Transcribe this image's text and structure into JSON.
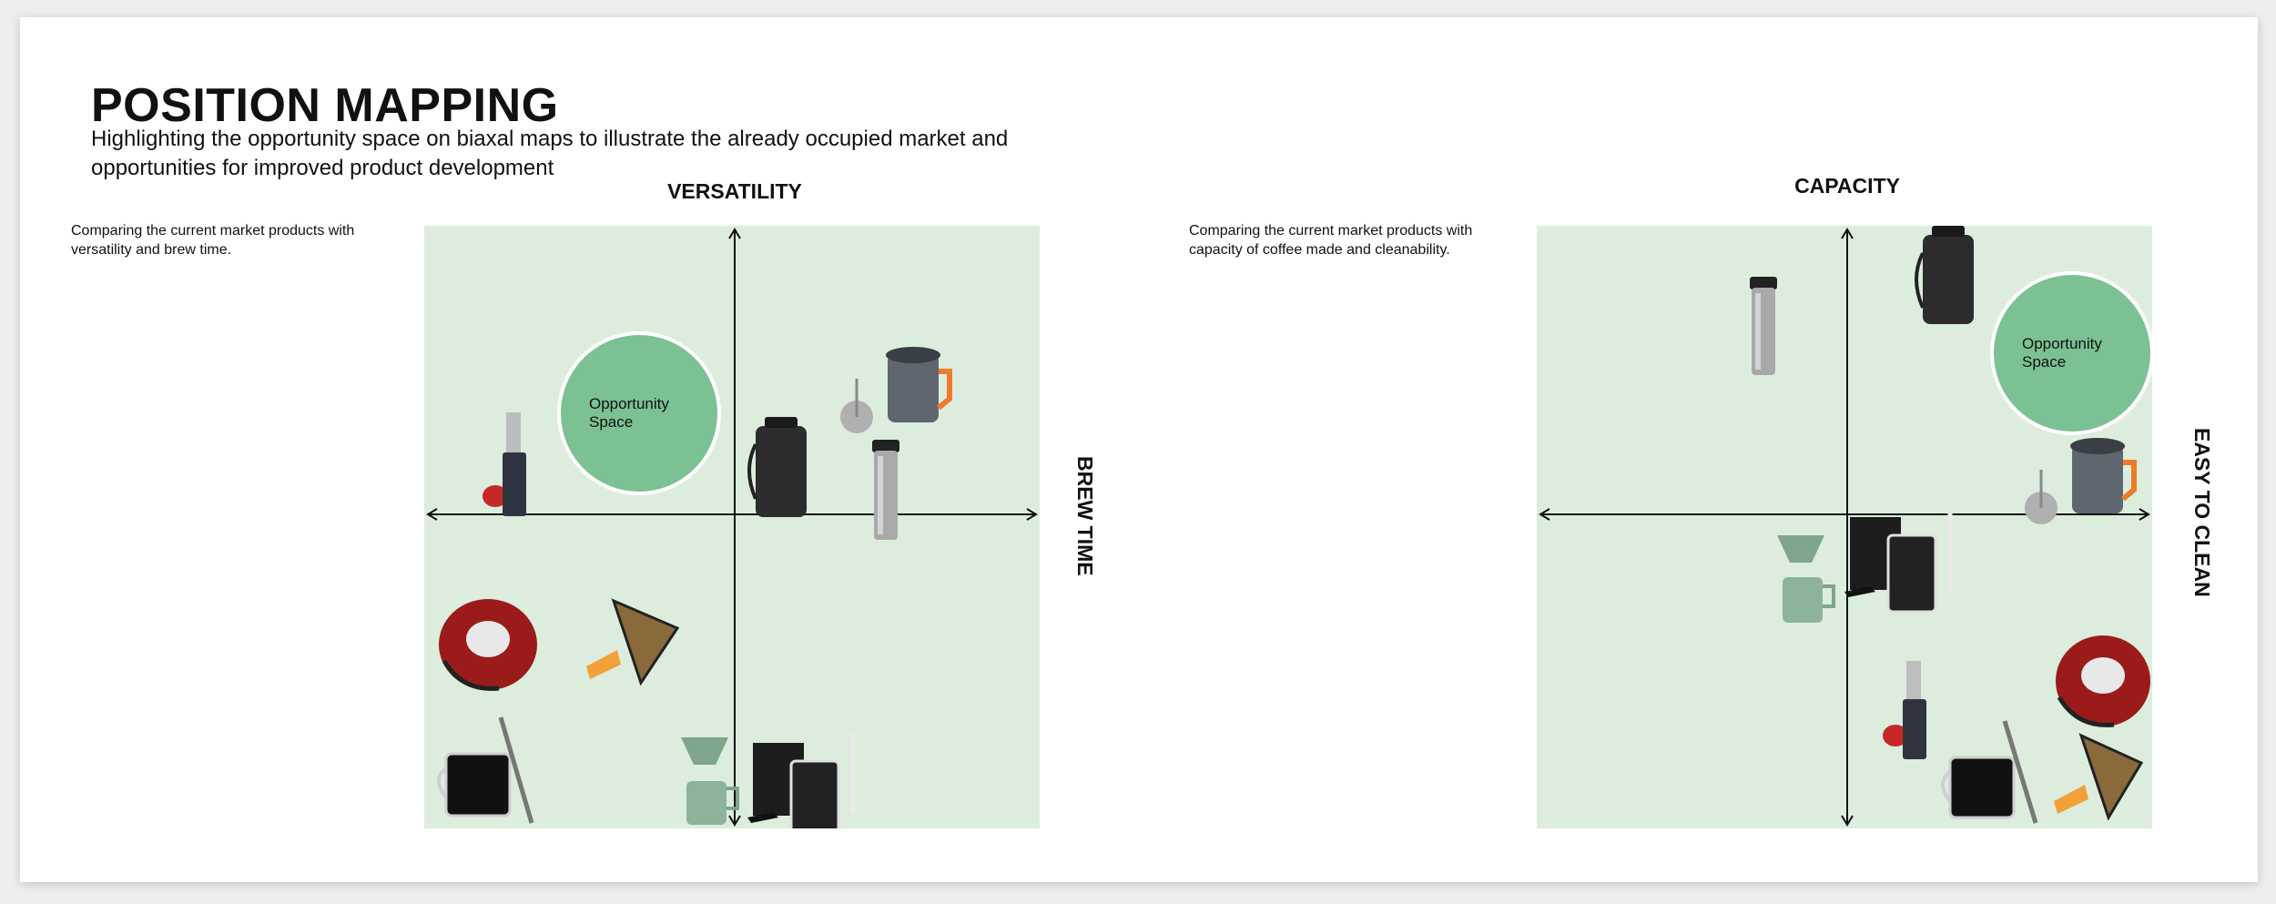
{
  "header": {
    "title": "POSITION MAPPING",
    "subtitle": "Highlighting the opportunity space on biaxal maps to illustrate the already occupied market and opportunities for improved product development"
  },
  "map1": {
    "description": "Comparing the current market products with versatility and brew time.",
    "y_axis_label": "VERSATILITY",
    "x_axis_label": "BREW TIME",
    "opportunity_label": "Opportunity Space"
  },
  "map2": {
    "description": "Comparing the current market products with capacity of coffee made and cleanability.",
    "y_axis_label": "CAPACITY",
    "x_axis_label": "EASY TO CLEAN",
    "opportunity_label": "Opportunity Space"
  },
  "colors": {
    "panel": "#dcedde",
    "opportunity": "#7bc193",
    "axis": "#111111"
  },
  "icons": [
    "aeropress-icon",
    "camp-pot-press-icon",
    "french-press-tumbler-icon",
    "travel-press-bottle-icon",
    "silicone-dripper-icon",
    "cone-filter-icon",
    "glass-mug-spoon-icon",
    "pour-over-set-icon",
    "boxed-french-press-icon"
  ]
}
